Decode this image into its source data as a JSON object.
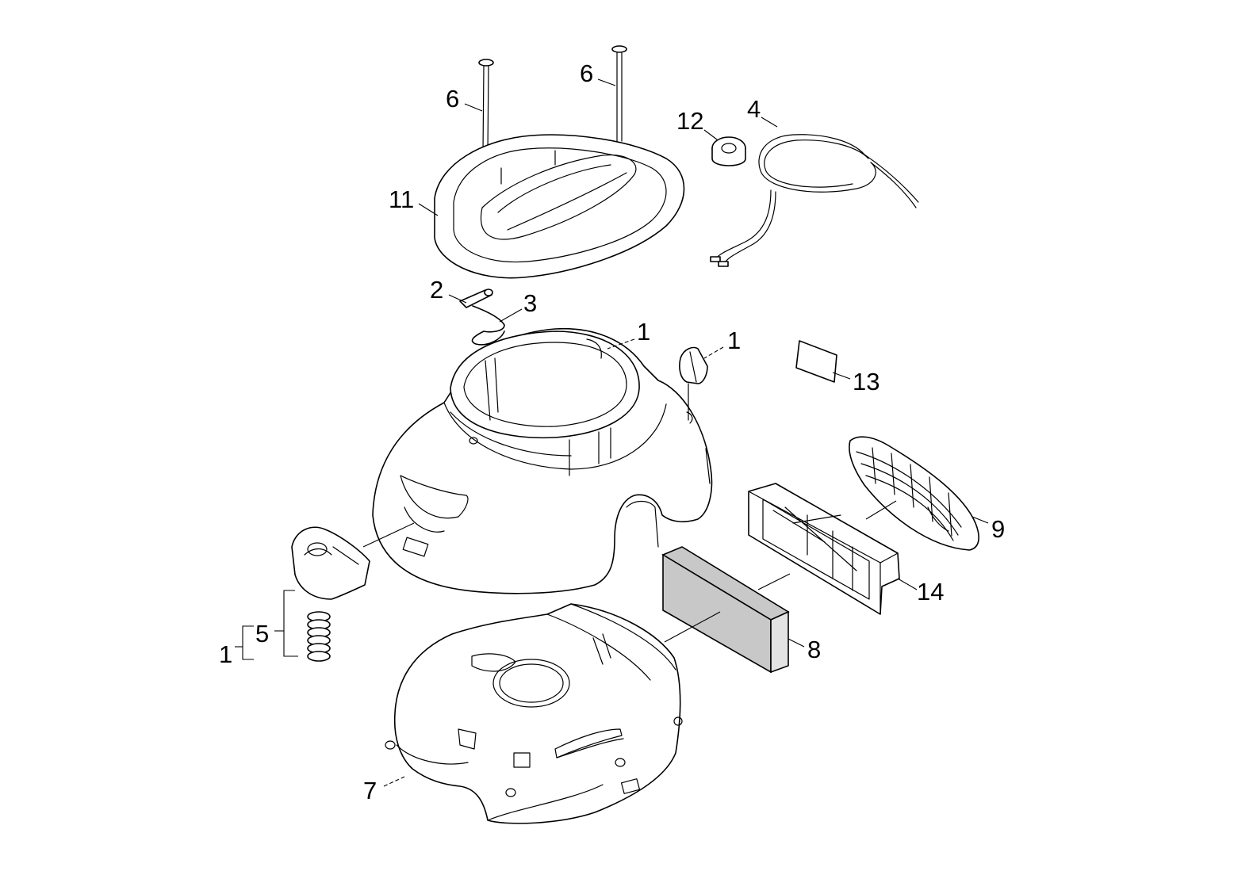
{
  "diagram": {
    "callouts": [
      {
        "id": "c6a",
        "label": "6"
      },
      {
        "id": "c6b",
        "label": "6"
      },
      {
        "id": "c12",
        "label": "12"
      },
      {
        "id": "c4",
        "label": "4"
      },
      {
        "id": "c11",
        "label": "11"
      },
      {
        "id": "c2",
        "label": "2"
      },
      {
        "id": "c3",
        "label": "3"
      },
      {
        "id": "c1a",
        "label": "1"
      },
      {
        "id": "c1b",
        "label": "1"
      },
      {
        "id": "c13",
        "label": "13"
      },
      {
        "id": "c9",
        "label": "9"
      },
      {
        "id": "c14",
        "label": "14"
      },
      {
        "id": "c8",
        "label": "8"
      },
      {
        "id": "c5",
        "label": "5"
      },
      {
        "id": "c1c",
        "label": "1"
      },
      {
        "id": "c7",
        "label": "7"
      }
    ]
  },
  "colors": {
    "line": "#000000",
    "background": "#ffffff",
    "filter_fill": "#c8c8c8"
  }
}
